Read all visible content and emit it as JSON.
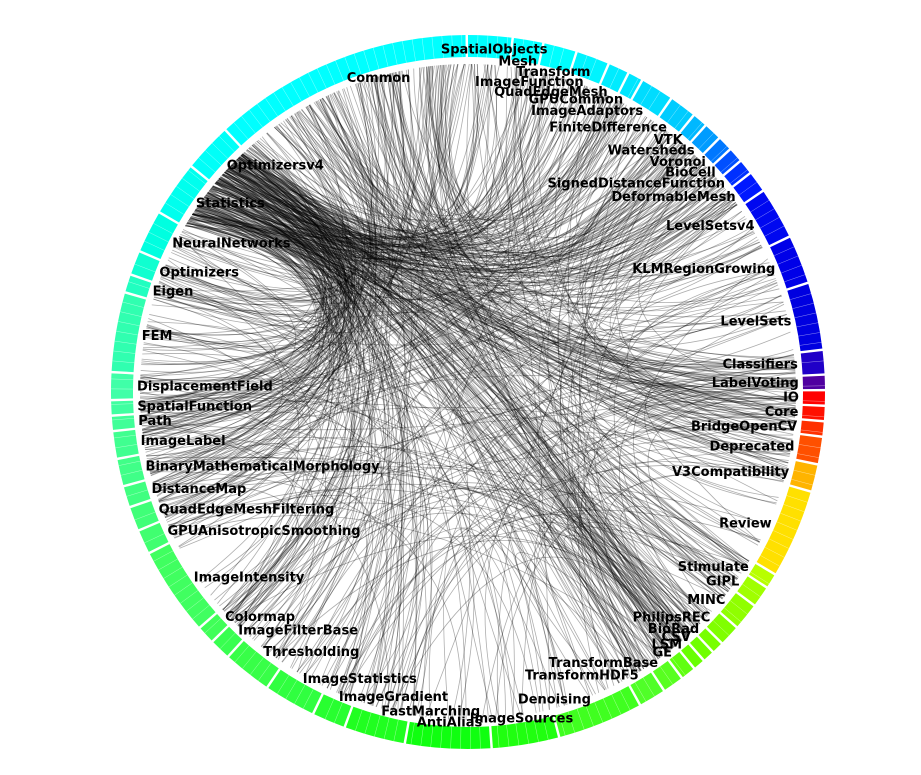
{
  "diagram": {
    "type": "hierarchical-edge-bundling",
    "groups": [
      {
        "label": "SpatialObjects",
        "color": "#00ffff",
        "a0": 0.0,
        "a1": 7.0
      },
      {
        "label": "Mesh",
        "color": "#00ffff",
        "a0": 7.4,
        "a1": 12.0
      },
      {
        "label": "Transform",
        "color": "#00ffff",
        "a0": 12.4,
        "a1": 17.5
      },
      {
        "label": "ImageFunction",
        "color": "#00f4ff",
        "a0": 17.9,
        "a1": 23.0
      },
      {
        "label": "QuadEdgeMesh",
        "color": "#00ecff",
        "a0": 23.4,
        "a1": 26.5
      },
      {
        "label": "GPUCommon",
        "color": "#00e6ff",
        "a0": 26.9,
        "a1": 29.0
      },
      {
        "label": "ImageAdaptors",
        "color": "#00dcff",
        "a0": 29.4,
        "a1": 34.5
      },
      {
        "label": "FiniteDifference",
        "color": "#00ccff",
        "a0": 34.9,
        "a1": 39.0
      },
      {
        "label": "VTK",
        "color": "#00b8ff",
        "a0": 39.4,
        "a1": 41.5
      },
      {
        "label": "Watersheds",
        "color": "#009cff",
        "a0": 41.9,
        "a1": 44.5
      },
      {
        "label": "Voronoi",
        "color": "#0078ff",
        "a0": 44.9,
        "a1": 47.0
      },
      {
        "label": "BioCell",
        "color": "#0050ff",
        "a0": 47.4,
        "a1": 49.5
      },
      {
        "label": "SignedDistanceFunction",
        "color": "#0030ff",
        "a0": 49.9,
        "a1": 52.0
      },
      {
        "label": "DeformableMesh",
        "color": "#0018ff",
        "a0": 52.4,
        "a1": 55.5
      },
      {
        "label": "LevelSetsv4",
        "color": "#0008f0",
        "a0": 55.9,
        "a1": 64.0
      },
      {
        "label": "KLMRegionGrowing",
        "color": "#0000e8",
        "a0": 64.4,
        "a1": 72.0
      },
      {
        "label": "LevelSets",
        "color": "#0000e0",
        "a0": 72.4,
        "a1": 83.0
      },
      {
        "label": "Classifiers",
        "color": "#2000c8",
        "a0": 83.4,
        "a1": 87.0
      },
      {
        "label": "LabelVoting",
        "color": "#5000a0",
        "a0": 87.4,
        "a1": 89.5
      },
      {
        "label": "IO",
        "color": "#ff0000",
        "a0": 89.9,
        "a1": 92.0
      },
      {
        "label": "Core",
        "color": "#ff1000",
        "a0": 92.4,
        "a1": 94.5
      },
      {
        "label": "BridgeOpenCV",
        "color": "#ff3000",
        "a0": 94.9,
        "a1": 97.0
      },
      {
        "label": "Deprecated",
        "color": "#ff5000",
        "a0": 97.4,
        "a1": 101.5
      },
      {
        "label": "V3Compatibility",
        "color": "#ffb400",
        "a0": 101.9,
        "a1": 106.0
      },
      {
        "label": "Review",
        "color": "#ffe000",
        "a0": 106.4,
        "a1": 120.5
      },
      {
        "label": "Stimulate",
        "color": "#b8ff00",
        "a0": 120.9,
        "a1": 123.0
      },
      {
        "label": "GIPL",
        "color": "#a0ff00",
        "a0": 123.4,
        "a1": 126.5
      },
      {
        "label": "MINC",
        "color": "#90ff00",
        "a0": 126.9,
        "a1": 131.0
      },
      {
        "label": "PhilipsREC",
        "color": "#80ff00",
        "a0": 131.4,
        "a1": 134.5
      },
      {
        "label": "BioRad",
        "color": "#78ff00",
        "a0": 134.9,
        "a1": 136.5
      },
      {
        "label": "CSV",
        "color": "#70ff00",
        "a0": 136.9,
        "a1": 138.5
      },
      {
        "label": "LSM",
        "color": "#68ff00",
        "a0": 138.9,
        "a1": 140.5
      },
      {
        "label": "GE",
        "color": "#60ff10",
        "a0": 140.9,
        "a1": 143.0
      },
      {
        "label": "TransformBase",
        "color": "#58ff20",
        "a0": 143.4,
        "a1": 146.5
      },
      {
        "label": "TransformHDF5",
        "color": "#50ff28",
        "a0": 146.9,
        "a1": 151.0
      },
      {
        "label": "Denoising",
        "color": "#40ff20",
        "a0": 151.4,
        "a1": 165.0
      },
      {
        "label": "ImageSources",
        "color": "#20ff10",
        "a0": 165.4,
        "a1": 176.0
      },
      {
        "label": "AntiAlias",
        "color": "#10ff10",
        "a0": 176.4,
        "a1": 190.0
      },
      {
        "label": "FastMarching",
        "color": "#20ff20",
        "a0": 190.4,
        "a1": 200.0
      },
      {
        "label": "ImageGradient",
        "color": "#28ff30",
        "a0": 200.4,
        "a1": 205.5
      },
      {
        "label": "ImageStatistics",
        "color": "#30ff40",
        "a0": 205.9,
        "a1": 214.0
      },
      {
        "label": "Thresholding",
        "color": "#38ff48",
        "a0": 214.4,
        "a1": 222.0
      },
      {
        "label": "ImageFilterBase",
        "color": "#38ff50",
        "a0": 222.4,
        "a1": 225.5
      },
      {
        "label": "Colormap",
        "color": "#40ff58",
        "a0": 225.9,
        "a1": 228.5
      },
      {
        "label": "ImageIntensity",
        "color": "#40ff60",
        "a0": 228.9,
        "a1": 243.0
      },
      {
        "label": "GPUAnisotropicSmoothing",
        "color": "#40ff70",
        "a0": 243.4,
        "a1": 247.0
      },
      {
        "label": "QuadEdgeMeshFiltering",
        "color": "#40ff78",
        "a0": 247.4,
        "a1": 251.0
      },
      {
        "label": "DistanceMap",
        "color": "#40ff80",
        "a0": 251.4,
        "a1": 254.5
      },
      {
        "label": "BinaryMathematicalMorphology",
        "color": "#40ff88",
        "a0": 254.9,
        "a1": 259.0
      },
      {
        "label": "ImageLabel",
        "color": "#40ff90",
        "a0": 259.4,
        "a1": 263.5
      },
      {
        "label": "Path",
        "color": "#40ff98",
        "a0": 263.9,
        "a1": 266.0
      },
      {
        "label": "SpatialFunction",
        "color": "#40ffa0",
        "a0": 266.4,
        "a1": 268.5
      },
      {
        "label": "DisplacementField",
        "color": "#40ffa8",
        "a0": 268.9,
        "a1": 273.0
      },
      {
        "label": "FEM",
        "color": "#30ffb0",
        "a0": 273.4,
        "a1": 286.0
      },
      {
        "label": "Eigen",
        "color": "#20ffc0",
        "a0": 286.4,
        "a1": 289.0
      },
      {
        "label": "Optimizers",
        "color": "#10ffd0",
        "a0": 289.4,
        "a1": 293.0
      },
      {
        "label": "NeuralNetworks",
        "color": "#00ffe0",
        "a0": 293.4,
        "a1": 300.0
      },
      {
        "label": "Statistics",
        "color": "#00ffee",
        "a0": 300.4,
        "a1": 309.0
      },
      {
        "label": "Optimizersv4",
        "color": "#00fff8",
        "a0": 309.4,
        "a1": 317.0
      },
      {
        "label": "Common",
        "color": "#00ffff",
        "a0": 317.4,
        "a1": 359.6
      }
    ]
  }
}
